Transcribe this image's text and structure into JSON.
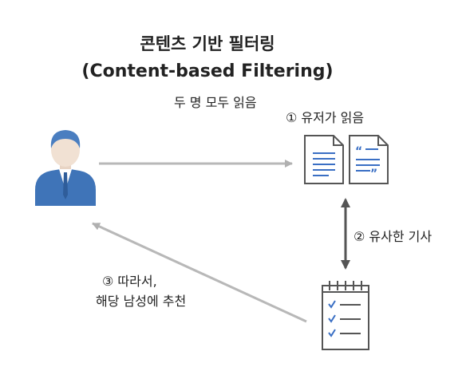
{
  "title": "콘텐츠 기반 필터링",
  "subtitle": "(Content-based Filtering)",
  "labels": {
    "both_read": "두 명 모두 읽음",
    "step1": "① 유저가 읽음",
    "step2": "② 유사한 기사",
    "step3_line1": "③ 따라서,",
    "step3_line2": "해당 남성에 추천"
  },
  "icons": {
    "user": "person-icon",
    "doc_lines": "document-icon",
    "doc_quote": "quote-document-icon",
    "notepad": "notepad-list-icon"
  },
  "colors": {
    "user_body": "#3f74b8",
    "user_head": "#4a7ec0",
    "doc_accent": "#3a6fc4",
    "arrow": "#b8b8b8",
    "arrow_dark": "#555555"
  }
}
